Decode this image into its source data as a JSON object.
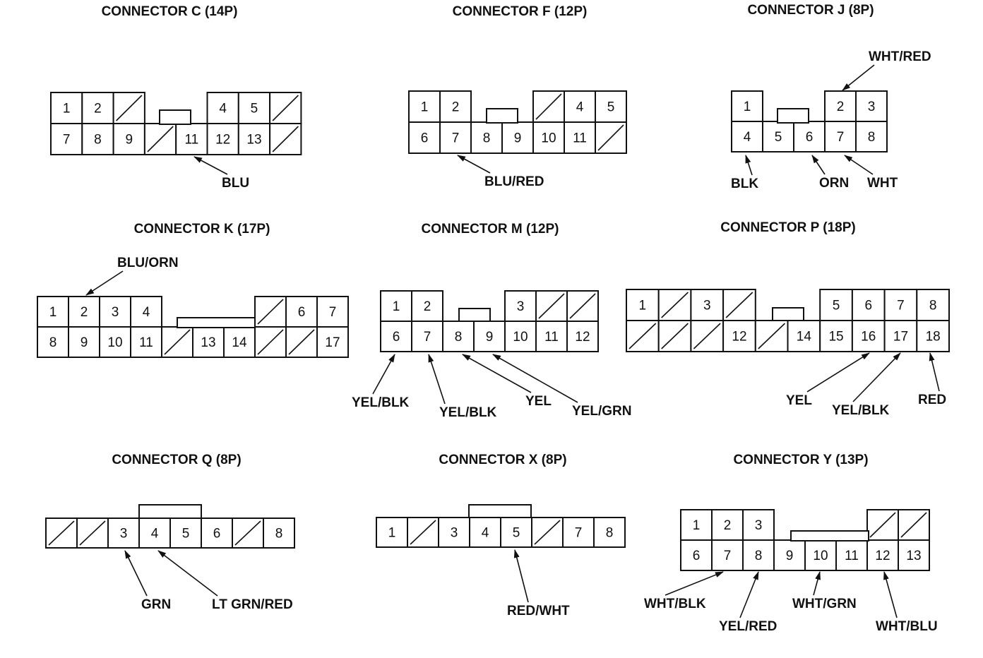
{
  "connectors": [
    {
      "title": "CONNECTOR C (14P)",
      "rows": [
        [
          "1",
          "2",
          "/",
          "",
          "",
          "4",
          "5",
          "/"
        ],
        [
          "7",
          "8",
          "9",
          "/",
          "11",
          "12",
          "13",
          "/"
        ]
      ],
      "wires": [
        {
          "pin": "11",
          "color": "BLU"
        }
      ]
    },
    {
      "title": "CONNECTOR F (12P)",
      "rows": [
        [
          "1",
          "2",
          "",
          "",
          "/",
          "4",
          "5"
        ],
        [
          "6",
          "7",
          "8",
          "9",
          "10",
          "11",
          "/"
        ]
      ],
      "wires": [
        {
          "pin": "7",
          "color": "BLU/RED"
        }
      ]
    },
    {
      "title": "CONNECTOR J (8P)",
      "rows": [
        [
          "1",
          "",
          "",
          "2",
          "3"
        ],
        [
          "4",
          "5",
          "6",
          "7",
          "8"
        ]
      ],
      "wires": [
        {
          "pin": "2",
          "color": "WHT/RED"
        },
        {
          "pin": "4",
          "color": "BLK"
        },
        {
          "pin": "6",
          "color": "ORN"
        },
        {
          "pin": "7",
          "color": "WHT"
        }
      ]
    },
    {
      "title": "CONNECTOR K (17P)",
      "rows": [
        [
          "1",
          "2",
          "3",
          "4",
          "",
          "",
          "",
          "/",
          "6",
          "7"
        ],
        [
          "8",
          "9",
          "10",
          "11",
          "/",
          "13",
          "14",
          "/",
          "/",
          "17"
        ]
      ],
      "wires": [
        {
          "pin": "2",
          "color": "BLU/ORN"
        }
      ]
    },
    {
      "title": "CONNECTOR M (12P)",
      "rows": [
        [
          "1",
          "2",
          "",
          "",
          "3",
          "/",
          "/"
        ],
        [
          "6",
          "7",
          "8",
          "9",
          "10",
          "11",
          "12"
        ]
      ],
      "wires": [
        {
          "pin": "6",
          "color": "YEL/BLK"
        },
        {
          "pin": "7",
          "color": "YEL/BLK"
        },
        {
          "pin": "8",
          "color": "YEL"
        },
        {
          "pin": "9",
          "color": "YEL/GRN"
        }
      ]
    },
    {
      "title": "CONNECTOR P (18P)",
      "rows": [
        [
          "1",
          "/",
          "3",
          "/",
          "",
          "",
          "5",
          "6",
          "7",
          "8"
        ],
        [
          "/",
          "/",
          "/",
          "12",
          "/",
          "14",
          "15",
          "16",
          "17",
          "18"
        ]
      ],
      "wires": [
        {
          "pin": "16",
          "color": "YEL"
        },
        {
          "pin": "17",
          "color": "YEL/BLK"
        },
        {
          "pin": "18",
          "color": "RED"
        }
      ]
    },
    {
      "title": "CONNECTOR Q (8P)",
      "rows": [
        [
          "/",
          "/",
          "3",
          "4",
          "5",
          "6",
          "/",
          "8"
        ]
      ],
      "wires": [
        {
          "pin": "3",
          "color": "GRN"
        },
        {
          "pin": "4",
          "color": "LT GRN/RED"
        }
      ]
    },
    {
      "title": "CONNECTOR X (8P)",
      "rows": [
        [
          "1",
          "/",
          "3",
          "4",
          "5",
          "/",
          "7",
          "8"
        ]
      ],
      "wires": [
        {
          "pin": "5",
          "color": "RED/WHT"
        }
      ]
    },
    {
      "title": "CONNECTOR Y (13P)",
      "rows": [
        [
          "1",
          "2",
          "3",
          "",
          "",
          "",
          "/",
          "/"
        ],
        [
          "6",
          "7",
          "8",
          "9",
          "10",
          "11",
          "12",
          "13"
        ]
      ],
      "wires": [
        {
          "pin": "7",
          "color": "WHT/BLK"
        },
        {
          "pin": "8",
          "color": "YEL/RED"
        },
        {
          "pin": "10",
          "color": "WHT/GRN"
        },
        {
          "pin": "12",
          "color": "WHT/BLU"
        }
      ]
    }
  ]
}
